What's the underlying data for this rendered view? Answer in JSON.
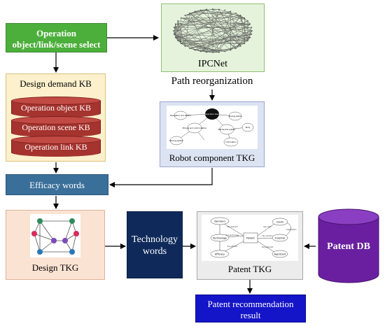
{
  "nodes": {
    "operation_select": {
      "line1": "Operation",
      "line2": "object/link/scene select"
    },
    "ipcnet": {
      "label": "IPCNet"
    },
    "path_reorg": {
      "label": "Path reorganization"
    },
    "design_kb": {
      "title": "Design demand KB",
      "items": [
        "Operation object KB",
        "Operation scene KB",
        "Operation link KB"
      ]
    },
    "robot_tkg": {
      "label": "Robot component TKG",
      "graph_nodes": [
        "Navigation and station",
        "Operation base",
        "Moving status",
        "Moving and control station",
        "Mechanical system",
        "Body",
        "Moving system",
        "Information"
      ]
    },
    "efficacy": {
      "label": "Efficacy words"
    },
    "design_tkg": {
      "label": "Design TKG"
    },
    "technology": {
      "line1": "Technology",
      "line2": "words"
    },
    "patent_tkg": {
      "label": "Patent TKG",
      "graph_nodes": [
        "Demand",
        "Technology",
        "Efficacy",
        "Patent",
        "Claim",
        "Inventor",
        "Applicant"
      ],
      "edge_labels": [
        "has_demand",
        "has_technology",
        "has_efficacy",
        "has_claim",
        "has_inventor",
        "has_applicant",
        "organization"
      ]
    },
    "patent_db": {
      "label": "Patent DB"
    },
    "patent_rec": {
      "line1": "Patent recommendation",
      "line2": "result"
    }
  }
}
